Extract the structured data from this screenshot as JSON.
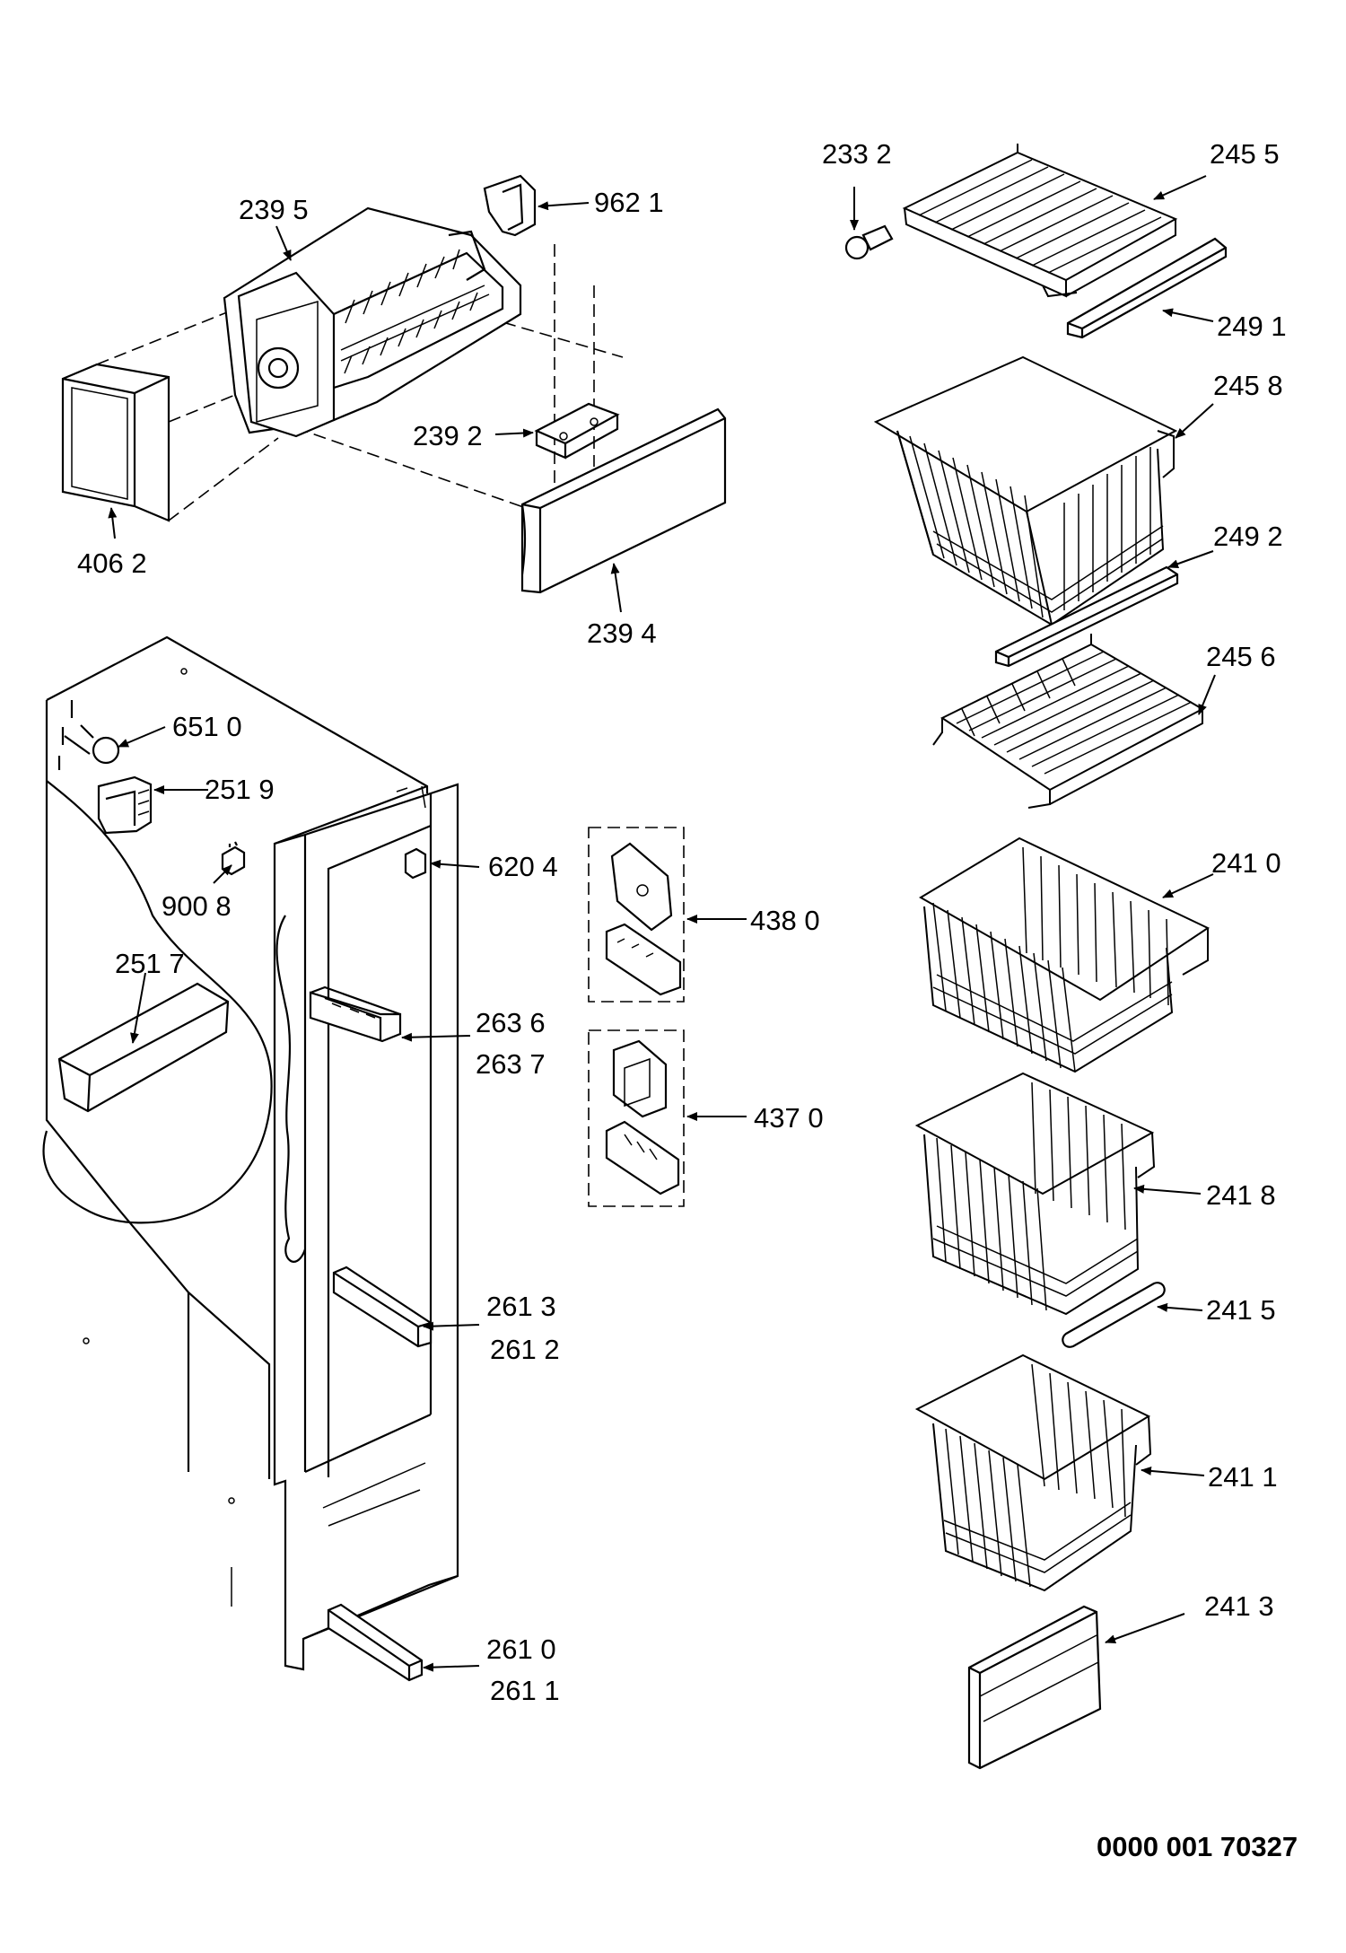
{
  "parts": {
    "p2395": "239 5",
    "p9621": "962 1",
    "p2392": "239 2",
    "p4062": "406 2",
    "p2394": "239 4",
    "p2332": "233 2",
    "p2455": "245 5",
    "p2491": "249 1",
    "p2458": "245 8",
    "p2492": "249 2",
    "p2456": "245 6",
    "p6510": "651 0",
    "p2519": "251 9",
    "p6204": "620 4",
    "p9008": "900 8",
    "p4380": "438 0",
    "p2517": "251 7",
    "p2636": "263 6",
    "p2637": "263 7",
    "p4370": "437 0",
    "p2410": "241 0",
    "p2418": "241 8",
    "p2613": "261 3",
    "p2612": "261 2",
    "p2415": "241 5",
    "p2411": "241 1",
    "p2413": "241 3",
    "p2610": "261 0",
    "p2611": "261 1"
  },
  "document_number": "0000 001 70327"
}
